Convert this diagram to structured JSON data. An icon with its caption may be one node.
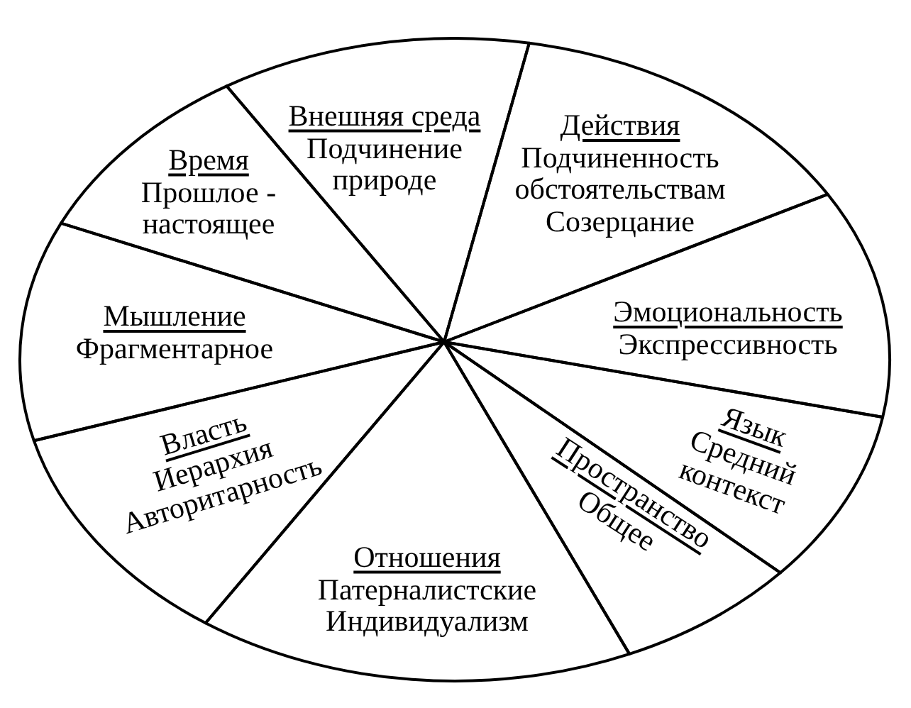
{
  "diagram": {
    "nodes": [
      {
        "text": [
          "Внешняя среда",
          "Подчинение природе"
        ]
      },
      {
        "text": [
          "Действия",
          "Подчиненность обстоятельствам",
          "Созерцание"
        ]
      },
      {
        "text": [
          "Эмоциональность",
          "Экспрессивность"
        ]
      },
      {
        "text": [
          "Язык",
          "Средний контекст"
        ]
      },
      {
        "text": [
          "Пространство",
          "Общее"
        ]
      },
      {
        "text": [
          "Отношения",
          "Патерналистские",
          "Индивидуализм"
        ]
      },
      {
        "text": [
          "Власть",
          "Иерархия",
          "Авторитарность"
        ]
      },
      {
        "text": [
          "Мышление",
          "Фрагментарное"
        ]
      },
      {
        "text": [
          "Время",
          "Прошлое - настоящее"
        ]
      }
    ]
  }
}
